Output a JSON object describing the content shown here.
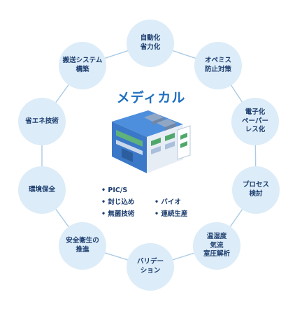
{
  "center": {
    "title": "メディカル",
    "bullets": [
      [
        "• PIC/S"
      ],
      [
        "• 封じ込め",
        "• バイオ"
      ],
      [
        "• 無菌技術",
        "• 連続生産"
      ]
    ]
  },
  "nodes": [
    {
      "id": "automation",
      "label": "自動化\n省力化"
    },
    {
      "id": "pest-control",
      "label": "オペミス\n防止対策"
    },
    {
      "id": "paperless",
      "label": "電子化\nペーパー\nレス化"
    },
    {
      "id": "process-review",
      "label": "プロセス\n検討"
    },
    {
      "id": "climate-analysis",
      "label": "温湿度\n気流\n室圧解析"
    },
    {
      "id": "validation",
      "label": "バリデー\nション"
    },
    {
      "id": "safety-health",
      "label": "安全衛生の\n推進"
    },
    {
      "id": "environment",
      "label": "環境保全"
    },
    {
      "id": "energy-saving",
      "label": "省エネ技術"
    },
    {
      "id": "transport-system",
      "label": "搬送システム\n構築"
    }
  ],
  "colors": {
    "node_fill": "#dcecf8",
    "ring_line": "#a9cbe6",
    "node_text": "#1c3d6e",
    "title_text": "#1e6fbf",
    "building_roof": "#3a7fd0",
    "building_wall": "#e9eef5",
    "window_green": "#4fa86a"
  }
}
